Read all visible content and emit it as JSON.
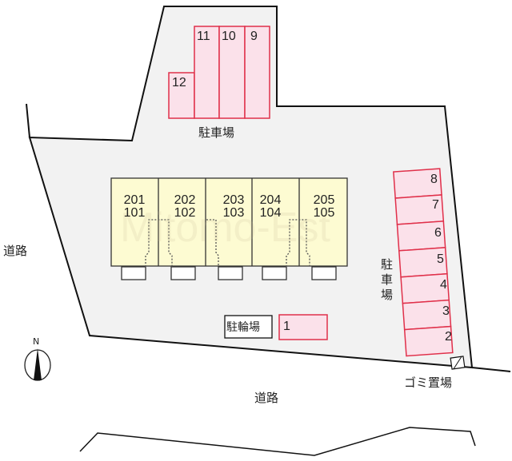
{
  "labels": {
    "parking": "駐車場",
    "bike_parking": "駐輪場",
    "road": "道路",
    "garbage": "ゴミ置場",
    "north": "N"
  },
  "watermark": "Mitomo-Est",
  "parking_top": [
    "12",
    "11",
    "10",
    "9"
  ],
  "parking_right": [
    "8",
    "7",
    "6",
    "5",
    "4",
    "3",
    "2"
  ],
  "parking_bike_slot": "1",
  "units": [
    {
      "upper": "201",
      "lower": "101"
    },
    {
      "upper": "202",
      "lower": "102"
    },
    {
      "upper": "203",
      "lower": "103"
    },
    {
      "upper": "204",
      "lower": "104"
    },
    {
      "upper": "205",
      "lower": "105"
    }
  ],
  "colors": {
    "lot": "#f2f2f2",
    "parking_fill": "#fbe1ea",
    "parking_border": "#e0304a",
    "building": "#fdfbd2"
  }
}
